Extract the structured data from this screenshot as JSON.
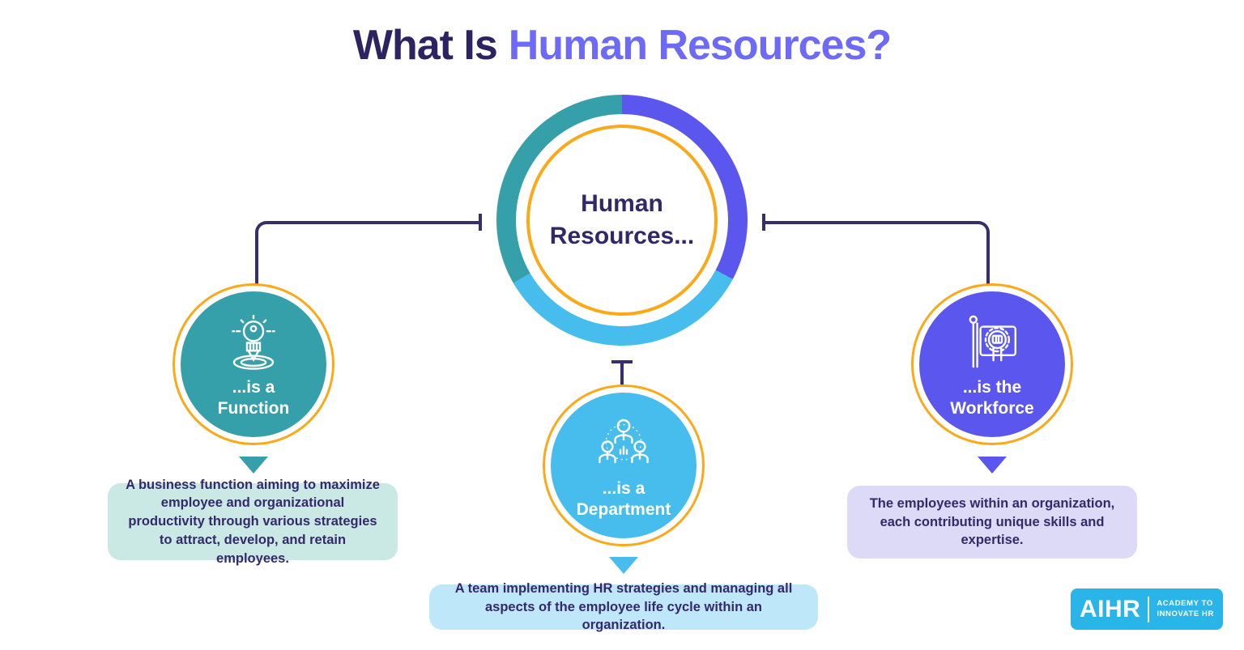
{
  "title": {
    "part1": "What Is",
    "part2": "Human Resources?"
  },
  "center": {
    "label": "Human Resources...",
    "ring_segment_colors": [
      "#5B57EE",
      "#47BDEE",
      "#35A0AA"
    ],
    "inner_ring_color": "#FBA819"
  },
  "branches": [
    {
      "id": "function",
      "icon": "lightbulb-target-icon",
      "label_line1": "...is a",
      "label_line2": "Function",
      "description": "A business function aiming to maximize employee and organizational productivity through various strategies to attract, develop, and retain employees.",
      "circle_color": "#35A0AA",
      "box_bg": "#CBE9E4"
    },
    {
      "id": "department",
      "icon": "team-icon",
      "label_line1": "...is a",
      "label_line2": "Department",
      "description": "A team implementing HR strategies and managing all aspects of the employee life cycle within an organization.",
      "circle_color": "#47BDEE",
      "box_bg": "#BEE7FA"
    },
    {
      "id": "workforce",
      "icon": "fist-flag-gear-icon",
      "label_line1": "...is the",
      "label_line2": "Workforce",
      "description": "The employees within an organization, each contributing unique skills and expertise.",
      "circle_color": "#5B57EE",
      "box_bg": "#DDDAF7"
    }
  ],
  "logo": {
    "brand": "AIHR",
    "tagline_line1": "ACADEMY TO",
    "tagline_line2": "INNOVATE HR",
    "bg_color": "#29B5E8"
  },
  "colors": {
    "title_dark": "#2D2361",
    "title_accent": "#6C6AF6",
    "text_dark": "#33296B",
    "connector": "#372E6E",
    "ring_orange": "#FBA819",
    "background": "#FFFFFF"
  }
}
